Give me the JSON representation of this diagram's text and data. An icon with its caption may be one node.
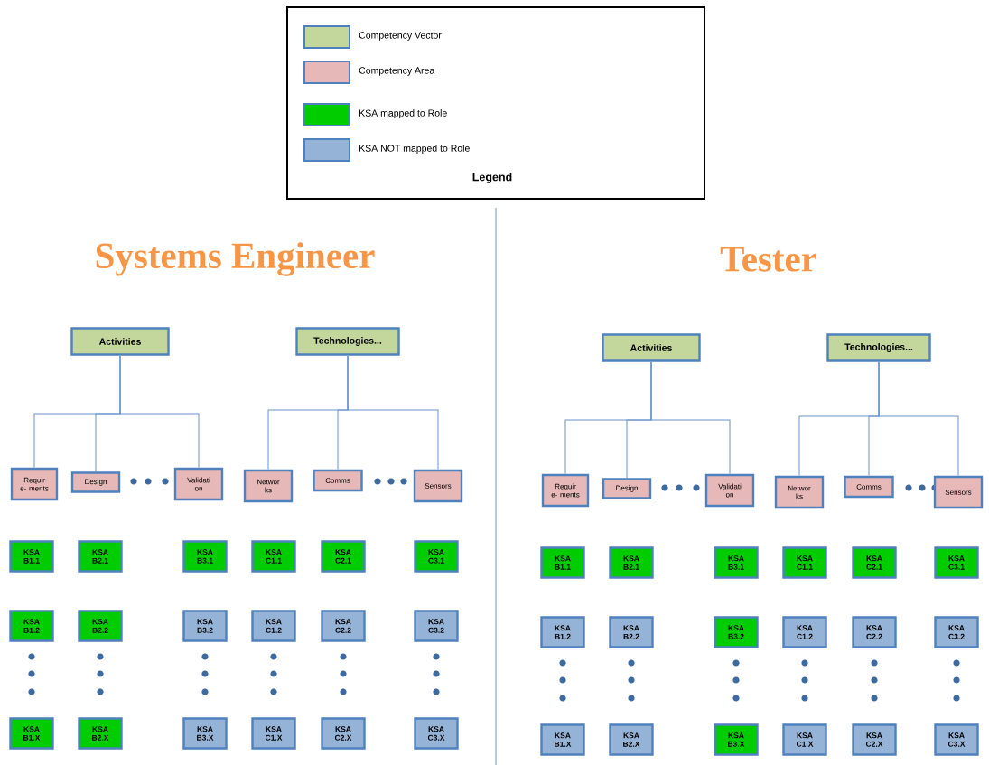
{
  "diagram": {
    "nodes": [
      {
        "text": [
          "Activities"
        ]
      },
      {
        "text": [
          "Technologies..."
        ]
      },
      {
        "text": [
          "Requir e- ments"
        ]
      },
      {
        "text": [
          "Design"
        ]
      },
      {
        "text": [
          "Validati on"
        ]
      },
      {
        "text": [
          "Networ ks"
        ]
      },
      {
        "text": [
          "Comms"
        ]
      },
      {
        "text": [
          "Sensors"
        ]
      },
      {
        "text": [
          "KSA B1.1"
        ]
      },
      {
        "text": [
          "KSA B2.1"
        ]
      },
      {
        "text": [
          "KSA B3.1"
        ]
      },
      {
        "text": [
          "KSA C1.1"
        ]
      },
      {
        "text": [
          "KSA C2.1"
        ]
      },
      {
        "text": [
          "KSA C3.1"
        ]
      },
      {
        "text": [
          "KSA B1.2"
        ]
      },
      {
        "text": [
          "KSA B2.2"
        ]
      },
      {
        "text": [
          "KSA B3.2"
        ]
      },
      {
        "text": [
          "KSA C1.2"
        ]
      },
      {
        "text": [
          "KSA C2.2"
        ]
      },
      {
        "text": [
          "KSA C3.2"
        ]
      },
      {
        "text": [
          "KSA B1.X"
        ]
      },
      {
        "text": [
          "KSA B2.X"
        ]
      },
      {
        "text": [
          "KSA B3.X"
        ]
      },
      {
        "text": [
          "KSA C1.X"
        ]
      },
      {
        "text": [
          "KSA C2.X"
        ]
      },
      {
        "text": [
          "KSA C3.X"
        ]
      },
      {
        "text": [
          "Activities"
        ]
      },
      {
        "text": [
          "Technologies..."
        ]
      },
      {
        "text": [
          "Requir e- ments"
        ]
      },
      {
        "text": [
          "Design"
        ]
      },
      {
        "text": [
          "Validati on"
        ]
      },
      {
        "text": [
          "Networ ks"
        ]
      },
      {
        "text": [
          "Comms"
        ]
      },
      {
        "text": [
          "Sensors"
        ]
      },
      {
        "text": [
          "KSA B1.1"
        ]
      },
      {
        "text": [
          "KSA B2.1"
        ]
      },
      {
        "text": [
          "KSA B3.1"
        ]
      },
      {
        "text": [
          "KSA C1.1"
        ]
      },
      {
        "text": [
          "KSA C2.1"
        ]
      },
      {
        "text": [
          "KSA C3.1"
        ]
      },
      {
        "text": [
          "KSA B1.2"
        ]
      },
      {
        "text": [
          "KSA B2.2"
        ]
      },
      {
        "text": [
          "KSA B3.2"
        ]
      },
      {
        "text": [
          "KSA C1.2"
        ]
      },
      {
        "text": [
          "KSA C2.2"
        ]
      },
      {
        "text": [
          "KSA C3.2"
        ]
      },
      {
        "text": [
          "KSA B1.X"
        ]
      },
      {
        "text": [
          "KSA B2.X"
        ]
      },
      {
        "text": [
          "KSA B3.X"
        ]
      },
      {
        "text": [
          "KSA C1.X"
        ]
      },
      {
        "text": [
          "KSA C2.X"
        ]
      },
      {
        "text": [
          "KSA C3.X"
        ]
      }
    ],
    "edges": [
      {
        "from": 0,
        "to": 2,
        "arrow": "none"
      },
      {
        "from": 0,
        "to": 3,
        "arrow": "none"
      },
      {
        "from": 0,
        "to": 4,
        "arrow": "none"
      },
      {
        "from": 1,
        "to": 5,
        "arrow": "none"
      },
      {
        "from": 1,
        "to": 6,
        "arrow": "none"
      },
      {
        "from": 1,
        "to": 7,
        "arrow": "none"
      },
      {
        "from": 26,
        "to": 28,
        "arrow": "none"
      },
      {
        "from": 26,
        "to": 29,
        "arrow": "none"
      },
      {
        "from": 26,
        "to": 30,
        "arrow": "none"
      },
      {
        "from": 27,
        "to": 31,
        "arrow": "none"
      },
      {
        "from": 27,
        "to": 32,
        "arrow": "none"
      },
      {
        "from": 27,
        "to": 33,
        "arrow": "none"
      }
    ],
    "labels": [
      "Legend",
      "Systems Engineer",
      "Tester"
    ],
    "legend": [
      {
        "text": "Competency Vector",
        "color": "#c3d69b"
      },
      {
        "text": "Competency Area",
        "color": "#e6b9b8"
      },
      {
        "text": "KSA mapped to Role",
        "color": "#00cc00"
      },
      {
        "text": "KSA NOT mapped to Role",
        "color": "#95b3d7"
      }
    ]
  }
}
